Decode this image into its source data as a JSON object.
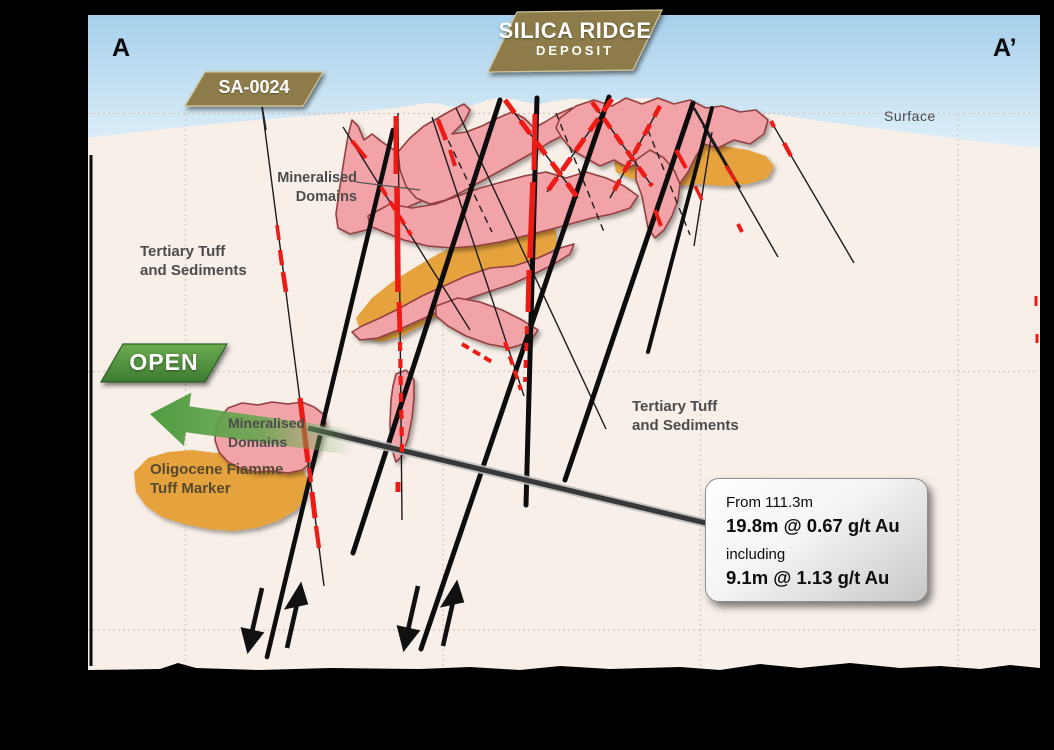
{
  "figure": {
    "deposit_banner": {
      "title": "SILICA RIDGE",
      "subtitle": "DEPOSIT"
    },
    "drillhole_banner": {
      "label": "SA-0024"
    },
    "section": {
      "left_marker": "A",
      "right_marker": "A’",
      "surface_label": "Surface"
    },
    "open_banner": {
      "label": "OPEN"
    },
    "geology_labels": {
      "mineralised_domains_upper": "Mineralised\nDomains",
      "mineralised_domains_lower": "Mineralised\nDomains",
      "tertiary_tuff_left": "Tertiary Tuff\nand Sediments",
      "tertiary_tuff_right": "Tertiary Tuff\nand Sediments",
      "oligocene_marker": "Oligocene Fiamme\nTuff Marker"
    },
    "intercept_callout": {
      "from": "From 111.3m",
      "intercept": "19.8m @ 0.67 g/t Au",
      "including_label": "including",
      "including_intercept": "9.1m @ 1.13 g/t Au"
    },
    "colors": {
      "sky_top": "#a9d2ec",
      "sky_bottom": "#e9f4fb",
      "ground": "#f8efe9",
      "mineralised_fill": "#f2a3a7",
      "mineralised_outline": "#943f3f",
      "tuff_orange": "#e6a33c",
      "banner_gold": "#8d7b4a",
      "open_green": "#4c8c3c",
      "intercept_red": "#ec1b16",
      "drill_black": "#111111"
    }
  }
}
